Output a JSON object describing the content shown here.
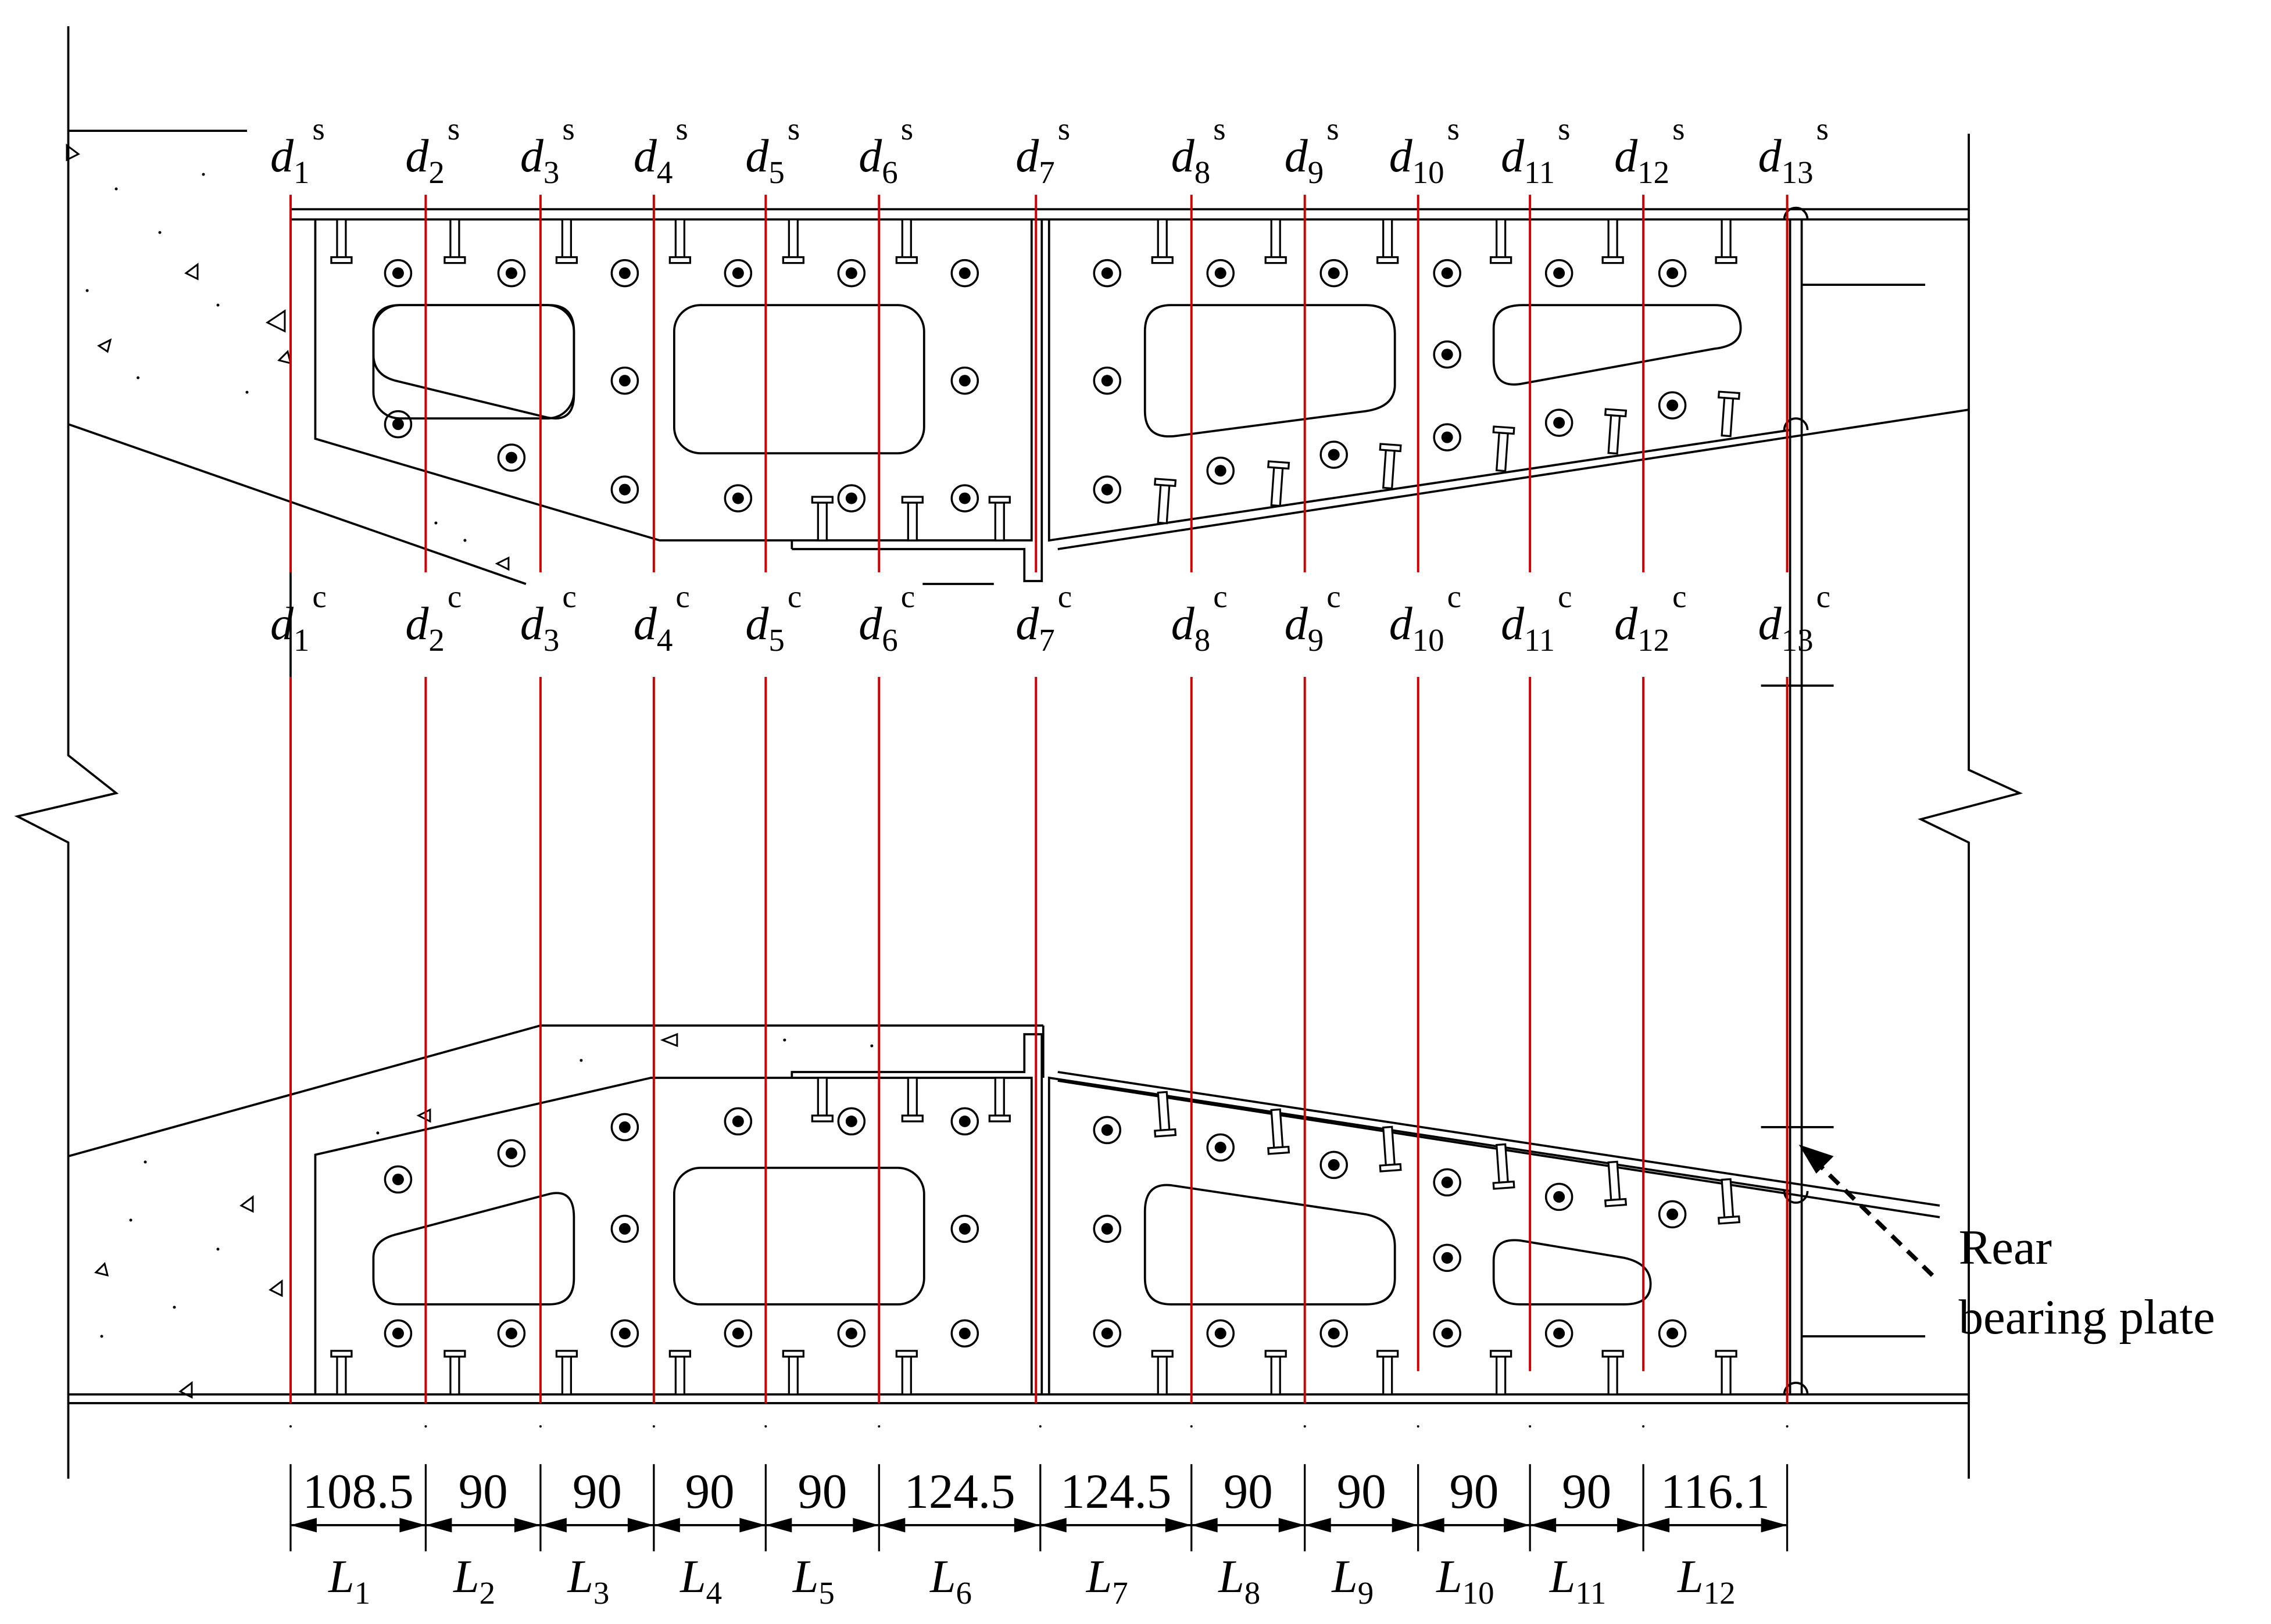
{
  "section_labels": {
    "steel_prefix": "d",
    "steel_sup": "s",
    "concrete_prefix": "d",
    "concrete_sup": "c",
    "indices": [
      "1",
      "2",
      "3",
      "4",
      "5",
      "6",
      "7",
      "8",
      "9",
      "10",
      "11",
      "12",
      "13"
    ]
  },
  "segments": {
    "prefix": "L",
    "indices": [
      "1",
      "2",
      "3",
      "4",
      "5",
      "6",
      "7",
      "8",
      "9",
      "10",
      "11",
      "12"
    ],
    "lengths": [
      "108.5",
      "90",
      "90",
      "90",
      "90",
      "124.5",
      "124.5",
      "90",
      "90",
      "90",
      "90",
      "116.1"
    ]
  },
  "annotation": {
    "line1": "Rear",
    "line2": "bearing plate"
  },
  "colors": {
    "section_line": "#cc0000",
    "outline": "#000000",
    "background": "#ffffff"
  }
}
